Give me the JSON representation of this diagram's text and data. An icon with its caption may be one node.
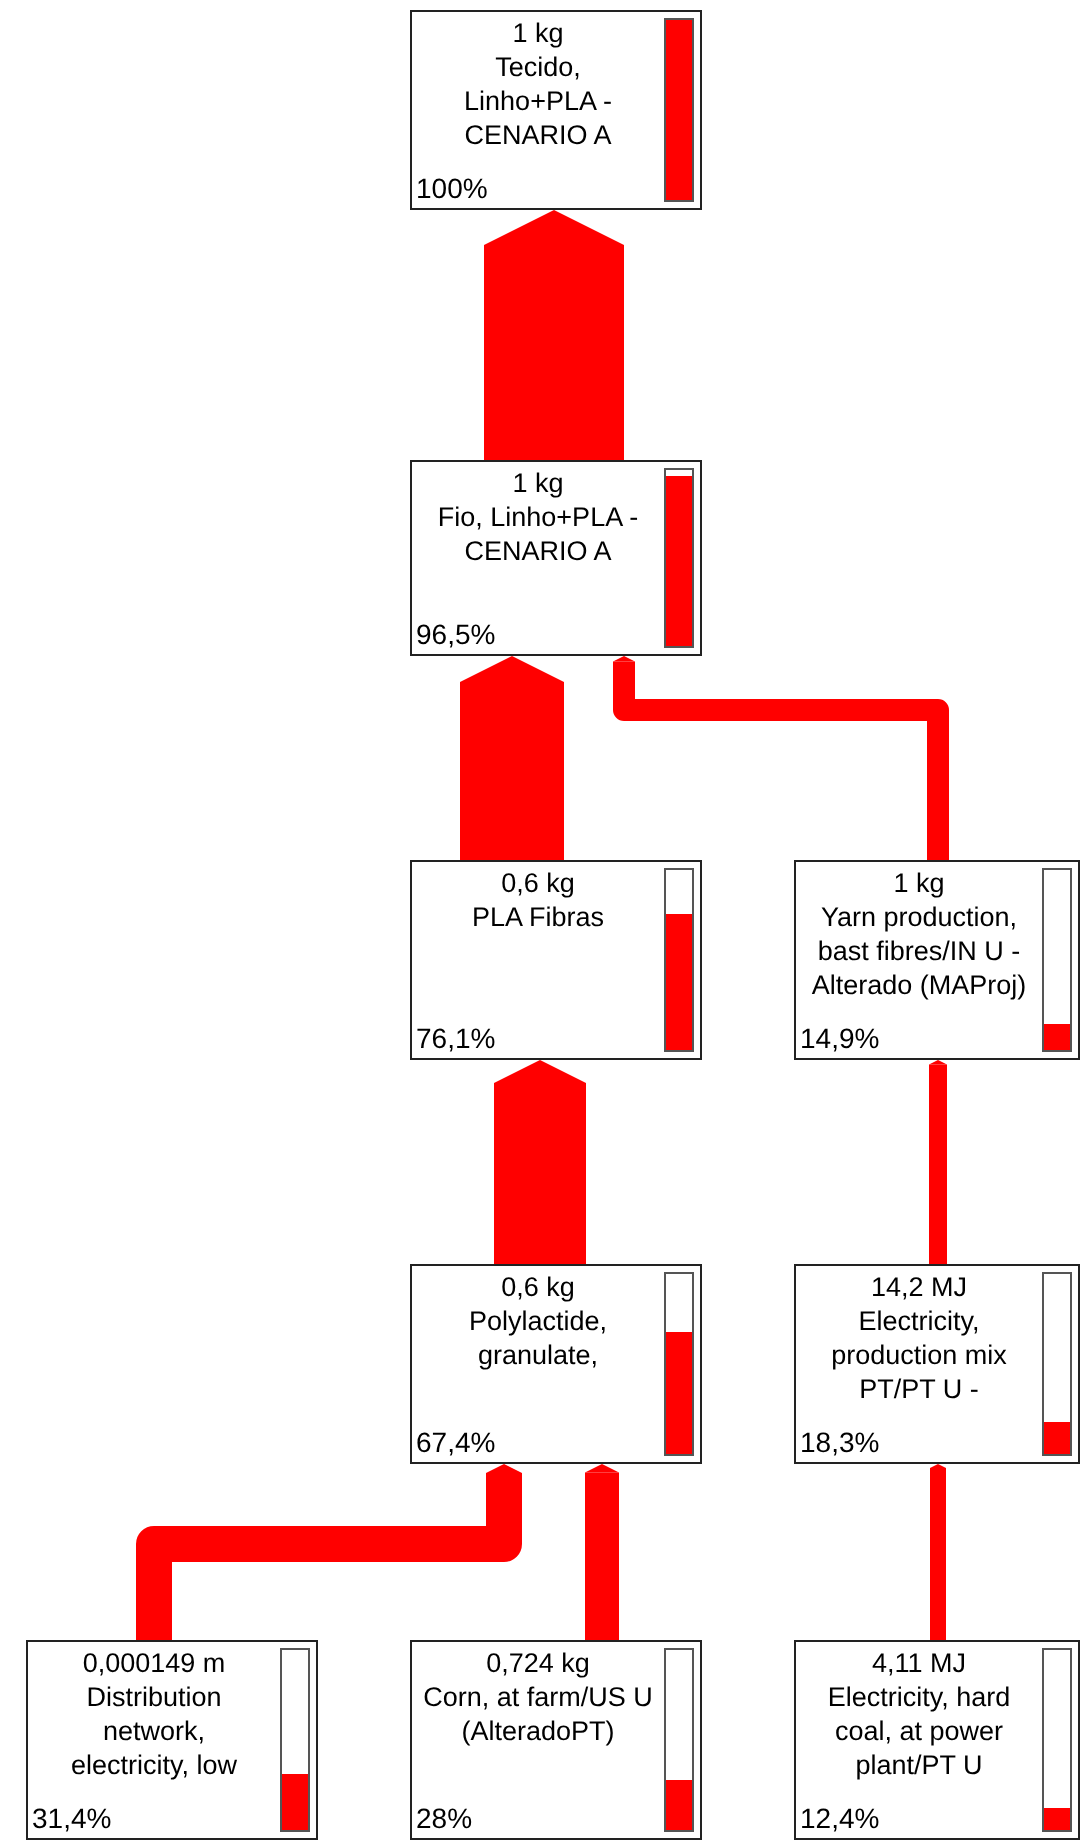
{
  "diagram": {
    "nodes": [
      {
        "text": [
          "1 kg",
          "Tecido, Linho+PLA - CENARIO A",
          "100%"
        ]
      },
      {
        "text": [
          "1 kg",
          "Fio, Linho+PLA - CENARIO A",
          "96,5%"
        ]
      },
      {
        "text": [
          "0,6 kg",
          "PLA Fibras",
          "76,1%"
        ]
      },
      {
        "text": [
          "1 kg",
          "Yarn production, bast fibres/IN U - Alterado (MAProj)",
          "14,9%"
        ]
      },
      {
        "text": [
          "0,6 kg",
          "Polylactide, granulate,",
          "67,4%"
        ]
      },
      {
        "text": [
          "14,2 MJ",
          "Electricity, production mix PT/PT U -",
          "18,3%"
        ]
      },
      {
        "text": [
          "0,000149 m",
          "Distribution network, electricity, low",
          "31,4%"
        ]
      },
      {
        "text": [
          "0,724 kg",
          "Corn, at farm/US U (AlteradoPT)",
          "28%"
        ]
      },
      {
        "text": [
          "4,11 MJ",
          "Electricity, hard coal, at power plant/PT U",
          "12,4%"
        ]
      }
    ],
    "edges": [
      {
        "from": 1,
        "to": 0,
        "arrow": "to",
        "style": "thick"
      },
      {
        "from": 2,
        "to": 1,
        "arrow": "to",
        "style": "thick"
      },
      {
        "from": 3,
        "to": 1,
        "arrow": "to"
      },
      {
        "from": 4,
        "to": 2,
        "arrow": "to",
        "style": "thick"
      },
      {
        "from": 5,
        "to": 3,
        "arrow": "to"
      },
      {
        "from": 6,
        "to": 4,
        "arrow": "to"
      },
      {
        "from": 7,
        "to": 4,
        "arrow": "to"
      },
      {
        "from": 8,
        "to": 5,
        "arrow": "to"
      }
    ]
  }
}
